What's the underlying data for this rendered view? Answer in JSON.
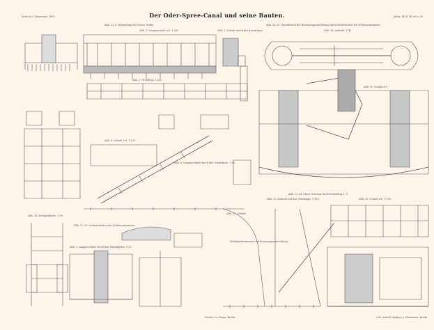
{
  "header": {
    "left": "Zeitschr. f. Bauwesen. 1893",
    "title": "Der Oder-Spree-Canal und seine Bauten.",
    "right": "Jahrg. XLIII. Bl. 60 u. 61"
  },
  "captions": {
    "weir": "Abb. 1–16. Wehranlage bei Neuer Trakle.",
    "weir_long": "Abb. 1. Längenschnitt a-b. 1:200.",
    "weir_plan": "Abb. 2. Grundriss. 1:200.",
    "fig8": "Abb. 8. Schnitt c-d. 1:200.",
    "fig5": "Abb. 5. Schnitt durch den Kranträger.",
    "gate_detail": "Abb. 18–20. Einzelheiten der Bewegungseinrichtung am Sicherheitsthor bei Schleusenkammer.",
    "gate_plan": "Abb. 18. Aufsicht. 1:40.",
    "fig19": "Abb. 19. Schnitt e-f.",
    "lock": "Abb. 21–24. Obere Schleuse bei Fürstenberg a. O.",
    "lock_plan": "Abb. 21. Aufsicht auf das Oberhaupt. 1:100.",
    "lock_section": "Abb. 22. Schnitt a-b. 1:100.",
    "fig14": "Abb. 14. Drempelplatte. 1:50.",
    "fig17": "Abb. 17–20. Sicherheitsthor bei Schleusenkammer.",
    "fig9": "Abb. 9. Längenschnitt durch den Mittelpfeiler. 1:25.",
    "crane": "Abb. 6. Längenschnitt durch den Schützkran. 1:50.",
    "fig23": "Abb. 23. Schnitt.",
    "lock_note": "Vorhauptfundament und Bewegungseinrichtung"
  },
  "footer": {
    "printer": "Druck v. A. Haase, Berlin.",
    "lithographer": "Lith. Anstalt Stephan u. Hansmann, Berlin."
  }
}
